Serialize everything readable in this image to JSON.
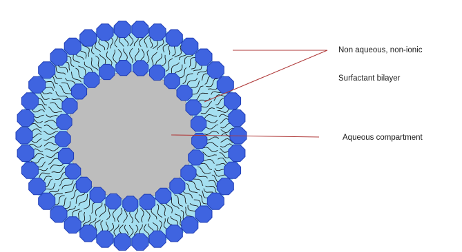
{
  "labels": {
    "bilayer_line1": "Non aqueous, non-ionic",
    "bilayer_line2": "Surfactant bilayer",
    "aqueous": "Aqueous compartment"
  },
  "colors": {
    "head_fill": "#3f64e0",
    "head_stroke": "#1f3db5",
    "bilayer_fill": "#a5dff0",
    "core_fill": "#bdbdbd",
    "tail_stroke": "#1a1a1a",
    "pointer_line": "#b03a3a"
  }
}
